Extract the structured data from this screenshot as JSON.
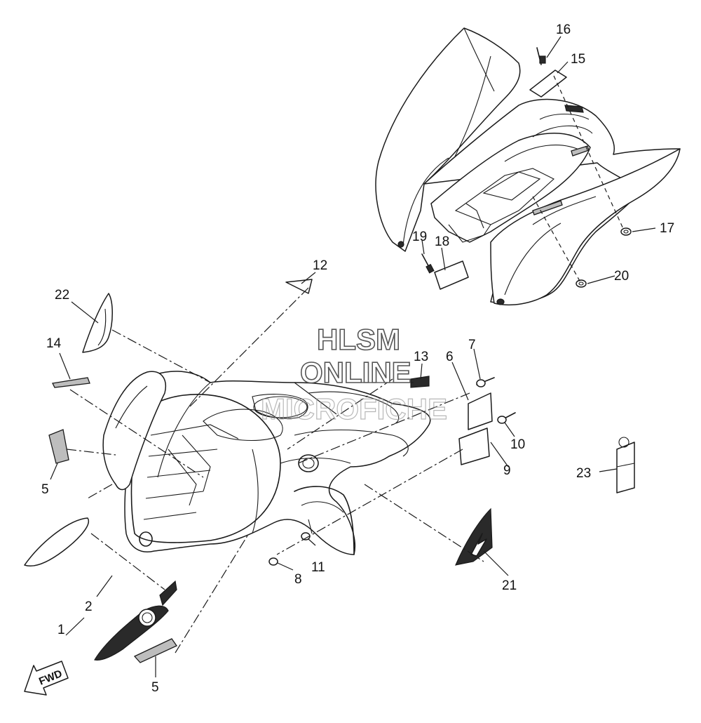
{
  "watermark": {
    "line1": "HLSM",
    "line2": "ONLINE",
    "line3": "MICROFICHE"
  },
  "direction_arrow": "FWD",
  "callouts": [
    {
      "id": "c1",
      "label": "1"
    },
    {
      "id": "c2",
      "label": "2"
    },
    {
      "id": "c5a",
      "label": "5"
    },
    {
      "id": "c5b",
      "label": "5"
    },
    {
      "id": "c6",
      "label": "6"
    },
    {
      "id": "c7",
      "label": "7"
    },
    {
      "id": "c8",
      "label": "8"
    },
    {
      "id": "c9",
      "label": "9"
    },
    {
      "id": "c10",
      "label": "10"
    },
    {
      "id": "c11",
      "label": "11"
    },
    {
      "id": "c12",
      "label": "12"
    },
    {
      "id": "c13",
      "label": "13"
    },
    {
      "id": "c14",
      "label": "14"
    },
    {
      "id": "c15",
      "label": "15"
    },
    {
      "id": "c16",
      "label": "16"
    },
    {
      "id": "c17",
      "label": "17"
    },
    {
      "id": "c18",
      "label": "18"
    },
    {
      "id": "c19",
      "label": "19"
    },
    {
      "id": "c20",
      "label": "20"
    },
    {
      "id": "c21",
      "label": "21"
    },
    {
      "id": "c22",
      "label": "22"
    },
    {
      "id": "c23",
      "label": "23"
    }
  ]
}
